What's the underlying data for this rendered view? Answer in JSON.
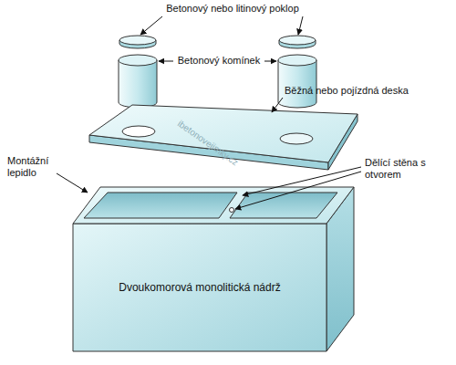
{
  "diagram": {
    "nodes": [
      {
        "text": [
          "Dvoukomorová monolitická nádrž"
        ]
      }
    ],
    "labels": [
      "Betonový nebo litinový poklop",
      "Betonový komínek",
      "Běžná nebo pojízdná deska",
      "Montážní lepidlo",
      "Dělící stěna s otvorem",
      "ibetonovejimky.cz"
    ]
  }
}
